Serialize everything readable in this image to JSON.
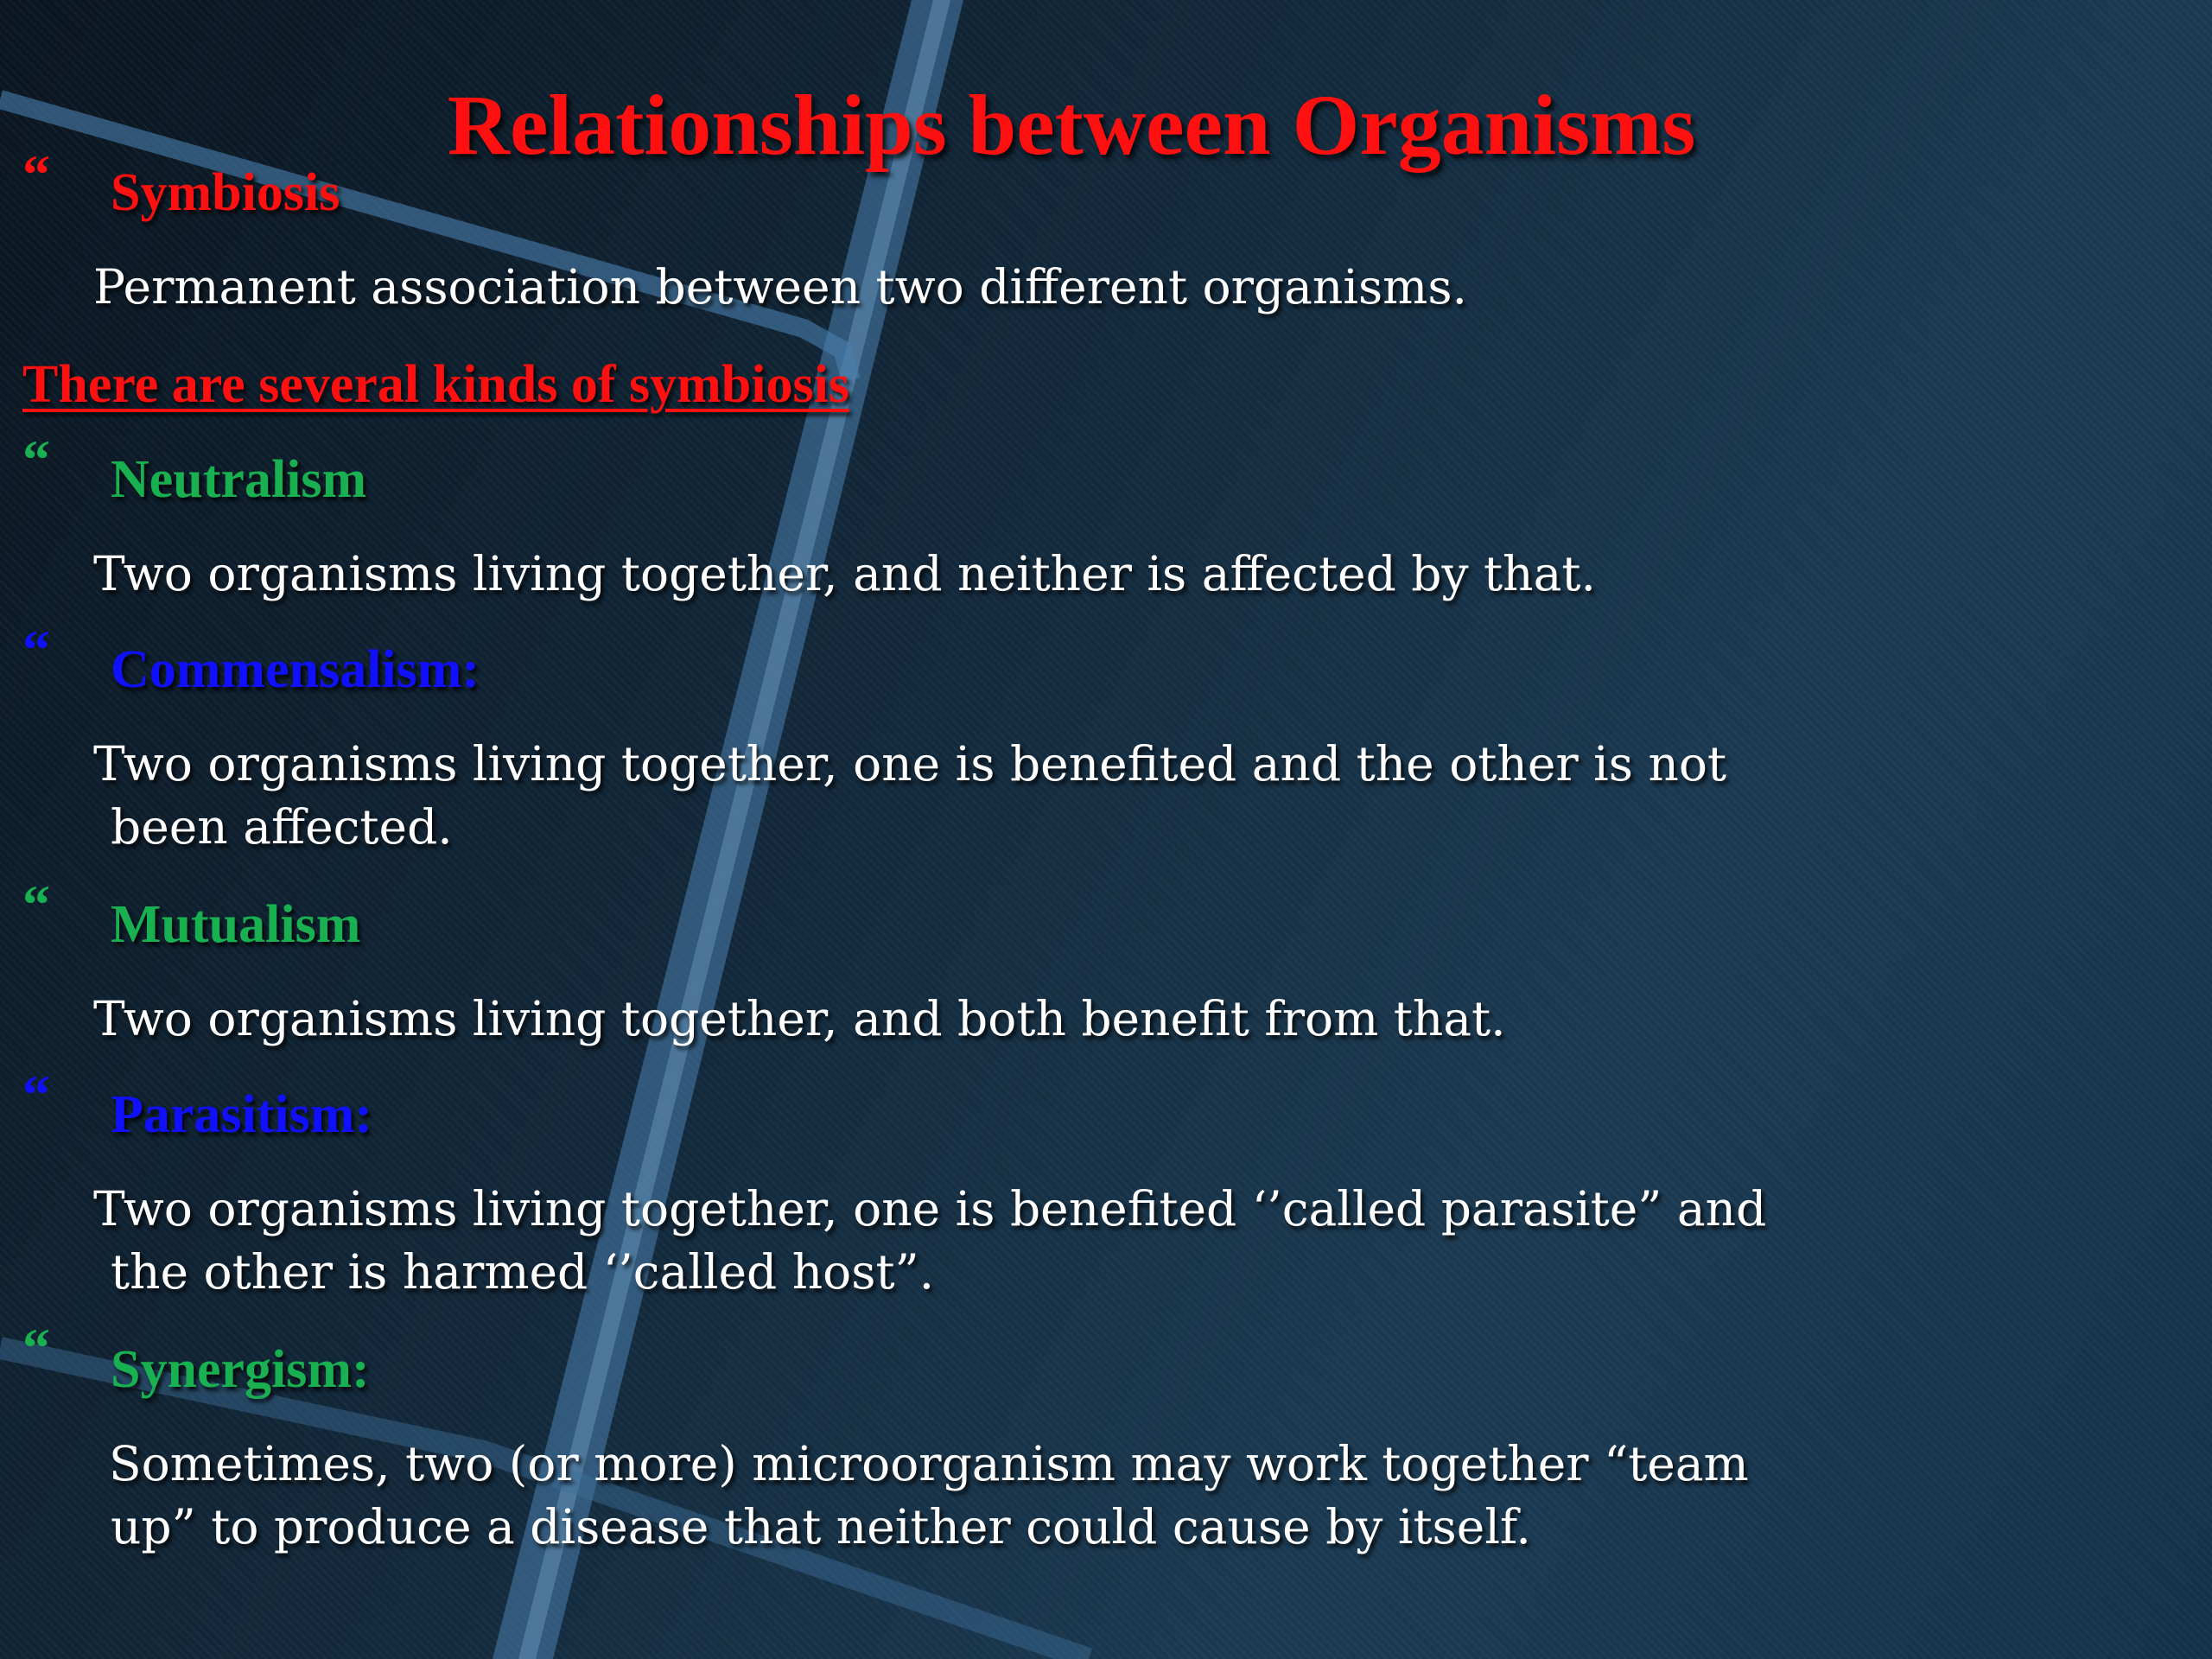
{
  "title": "Relationships between Organisms",
  "bullet_glyph": "“",
  "colors": {
    "red": "#ff1010",
    "green": "#18b050",
    "blue": "#1010ff",
    "text": "#ffffff"
  },
  "symbiosis": {
    "term": "Symbiosis",
    "definition": "Permanent association between two different organisms."
  },
  "kinds_heading": "There are several kinds of symbiosis",
  "kinds": [
    {
      "term": "Neutralism",
      "definition": [
        "Two organisms living together, and neither is affected by that."
      ]
    },
    {
      "term": "Commensalism:",
      "definition": [
        "Two organisms living together, one is benefited and the other is not",
        "been affected."
      ]
    },
    {
      "term": "Mutualism",
      "definition": [
        "Two organisms living together, and both benefit from that."
      ]
    },
    {
      "term": "Parasitism:",
      "definition": [
        "Two organisms living together, one is benefited ‘’called parasite” and",
        "the other is harmed ‘’called host”."
      ]
    },
    {
      "term": "Synergism:",
      "definition": [
        "Sometimes, two (or more) microorganism may  work together “team",
        "up” to produce a disease that neither could cause by itself."
      ]
    }
  ]
}
